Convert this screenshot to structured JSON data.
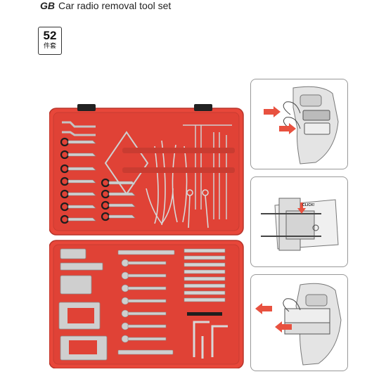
{
  "header": {
    "lang_code": "GB",
    "title": "Car radio removal tool set"
  },
  "badge": {
    "count": "52",
    "unit": "件套"
  },
  "illustration": {
    "click_label": "CLICK!"
  },
  "colors": {
    "case_red": "#e8473a",
    "tool_gray": "#c9c9c9",
    "arrow_red": "#e8513f"
  }
}
